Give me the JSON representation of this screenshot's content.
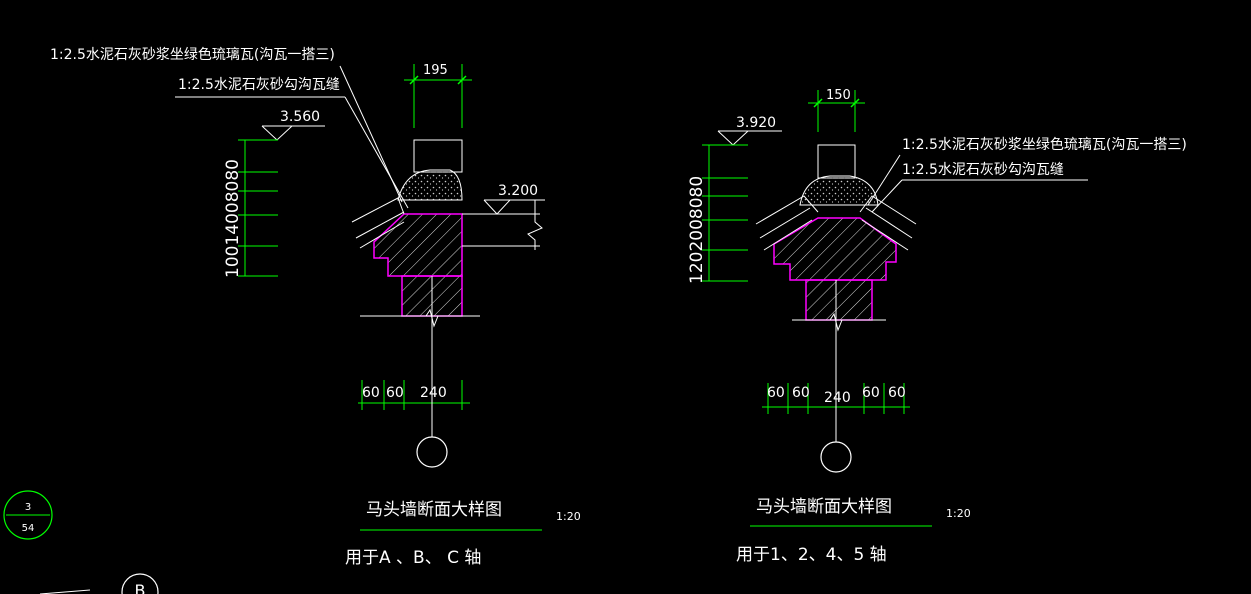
{
  "colors": {
    "background": "#000000",
    "line": "#ffffff",
    "dimension": "#00ff00",
    "wall": "#ff00ff",
    "hatch": "#d9d9d9"
  },
  "left_detail": {
    "note_tile": "1:2.5水泥石灰砂浆坐绿色琉璃瓦(沟瓦一搭三)",
    "note_joint": "1:2.5水泥石灰砂勾沟瓦缝",
    "dim_top": "195",
    "elev_top": "3.560",
    "elev_side": "3.200",
    "vert_dims": "10014008080",
    "dim_bottom": [
      "60",
      "60",
      "240"
    ],
    "title": "马头墙断面大样图",
    "scale": "1:20",
    "usage": "用于A 、B、 C 轴"
  },
  "right_detail": {
    "note_tile": "1:2.5水泥石灰砂浆坐绿色琉璃瓦(沟瓦一搭三)",
    "note_joint": "1:2.5水泥石灰砂勾沟瓦缝",
    "dim_top": "150",
    "elev_top": "3.920",
    "vert_dims": "1202008080",
    "dim_bottom": [
      "60",
      "60",
      "240",
      "60",
      "60"
    ],
    "title": "马头墙断面大样图",
    "scale": "1:20",
    "usage": "用于1、2、4、5 轴"
  },
  "sheet_ref": {
    "number": "3",
    "sheet": "54"
  },
  "axis_bubble": {
    "label": "B"
  }
}
